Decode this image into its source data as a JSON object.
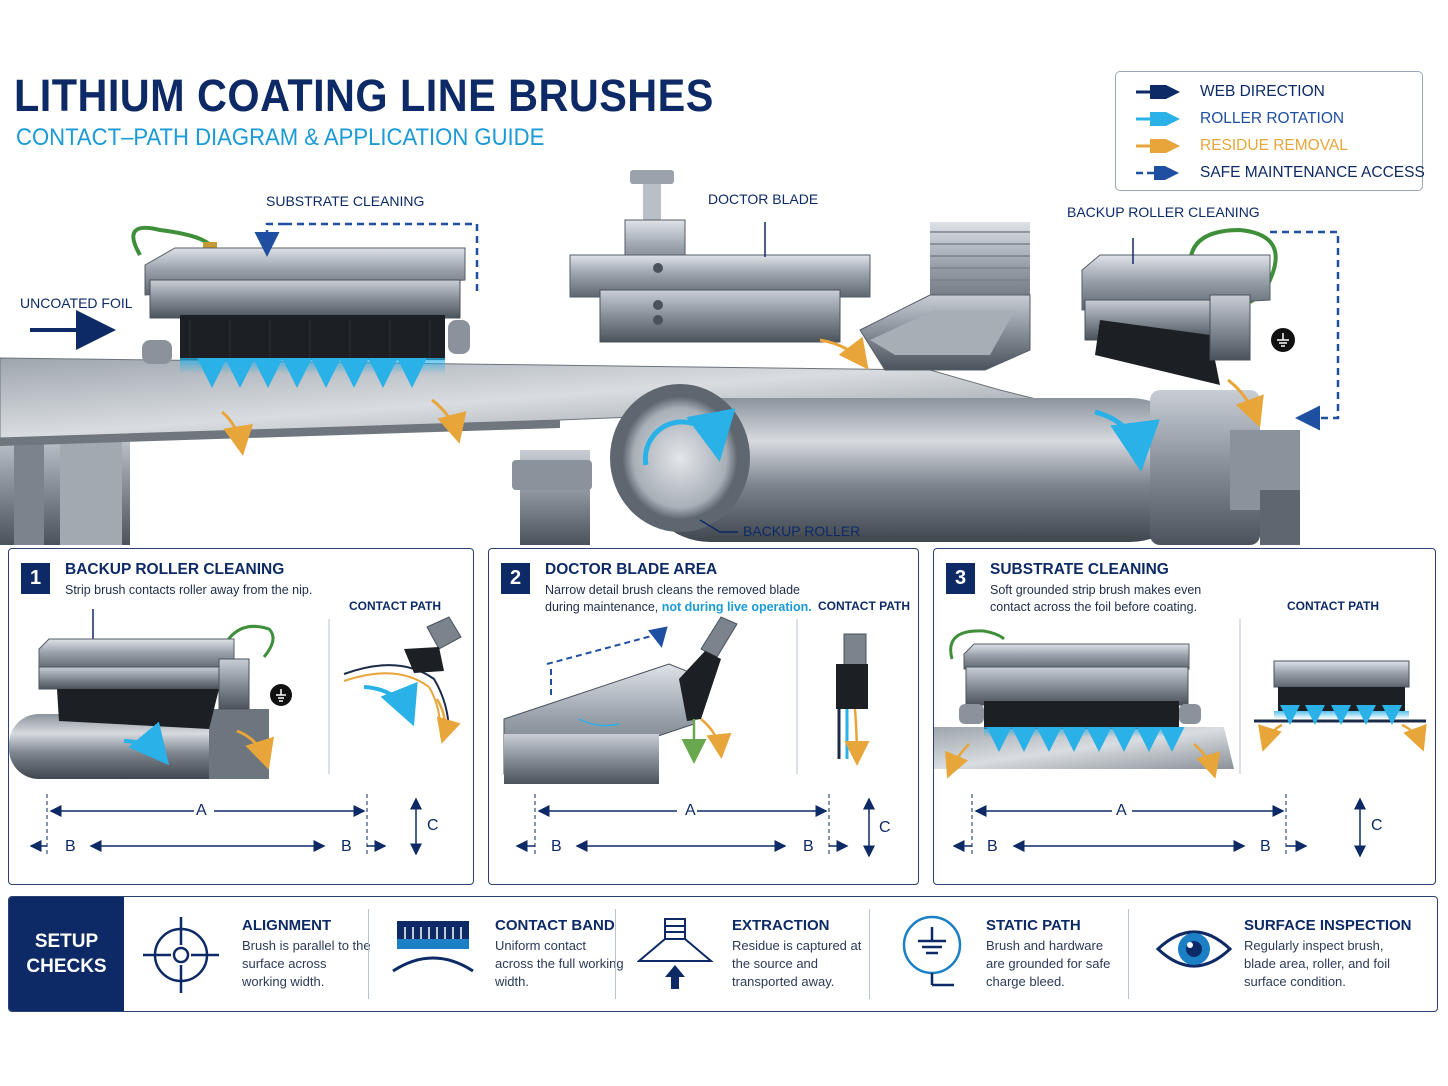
{
  "header": {
    "title": "LITHIUM COATING LINE BRUSHES",
    "subtitle": "CONTACT–PATH DIAGRAM & APPLICATION GUIDE"
  },
  "legend": [
    {
      "label": "WEB DIRECTION",
      "color": "#0d2a66",
      "style": "solid"
    },
    {
      "label": "ROLLER ROTATION",
      "color": "#2ab1e8",
      "style": "solid"
    },
    {
      "label": "RESIDUE REMOVAL",
      "color": "#e8a53a",
      "style": "solid"
    },
    {
      "label": "SAFE MAINTENANCE ACCESS",
      "color": "#1f4fa0",
      "style": "dashed"
    }
  ],
  "diagram": {
    "substrate_cleaning": "SUBSTRATE CLEANING",
    "uncoated_foil": "UNCOATED FOIL",
    "doctor_blade": "DOCTOR BLADE",
    "backup_roller_cleaning": "BACKUP ROLLER CLEANING",
    "backup_roller": "BACKUP ROLLER"
  },
  "panels": [
    {
      "num": "1",
      "title": "BACKUP ROLLER CLEANING",
      "desc1": "Strip brush contacts roller away from the nip.",
      "desc2": "",
      "desc2_highlight": "",
      "contact_path": "CONTACT PATH",
      "dim_a": "A",
      "dim_b": "B",
      "dim_c": "C"
    },
    {
      "num": "2",
      "title": "DOCTOR BLADE AREA",
      "desc1": "Narrow detail brush cleans the removed blade",
      "desc2": "during maintenance, ",
      "desc2_highlight": "not during live operation.",
      "contact_path": "CONTACT PATH",
      "dim_a": "A",
      "dim_b": "B",
      "dim_c": "C"
    },
    {
      "num": "3",
      "title": "SUBSTRATE CLEANING",
      "desc1": "Soft grounded strip brush makes even",
      "desc2": "contact across the foil before coating.",
      "desc2_highlight": "",
      "contact_path": "CONTACT PATH",
      "dim_a": "A",
      "dim_b": "B",
      "dim_c": "C"
    }
  ],
  "setup": {
    "heading_line1": "SETUP",
    "heading_line2": "CHECKS",
    "checks": [
      {
        "title": "ALIGNMENT",
        "text": "Brush is parallel to the surface across working width.",
        "icon": "crosshair-icon"
      },
      {
        "title": "CONTACT BAND",
        "text": "Uniform contact across the full working width.",
        "icon": "brush-contact-icon"
      },
      {
        "title": "EXTRACTION",
        "text": "Residue is captured at the source and transported away.",
        "icon": "extraction-hood-icon"
      },
      {
        "title": "STATIC PATH",
        "text": "Brush and hardware are grounded for safe charge bleed.",
        "icon": "ground-icon"
      },
      {
        "title": "SURFACE INSPECTION",
        "text": "Regularly inspect brush, blade area, roller, and foil surface condition.",
        "icon": "eye-icon"
      }
    ]
  },
  "colors": {
    "navy": "#0d2a66",
    "cyan": "#2ab1e8",
    "orange": "#e8a53a",
    "green": "#6aa84f"
  }
}
